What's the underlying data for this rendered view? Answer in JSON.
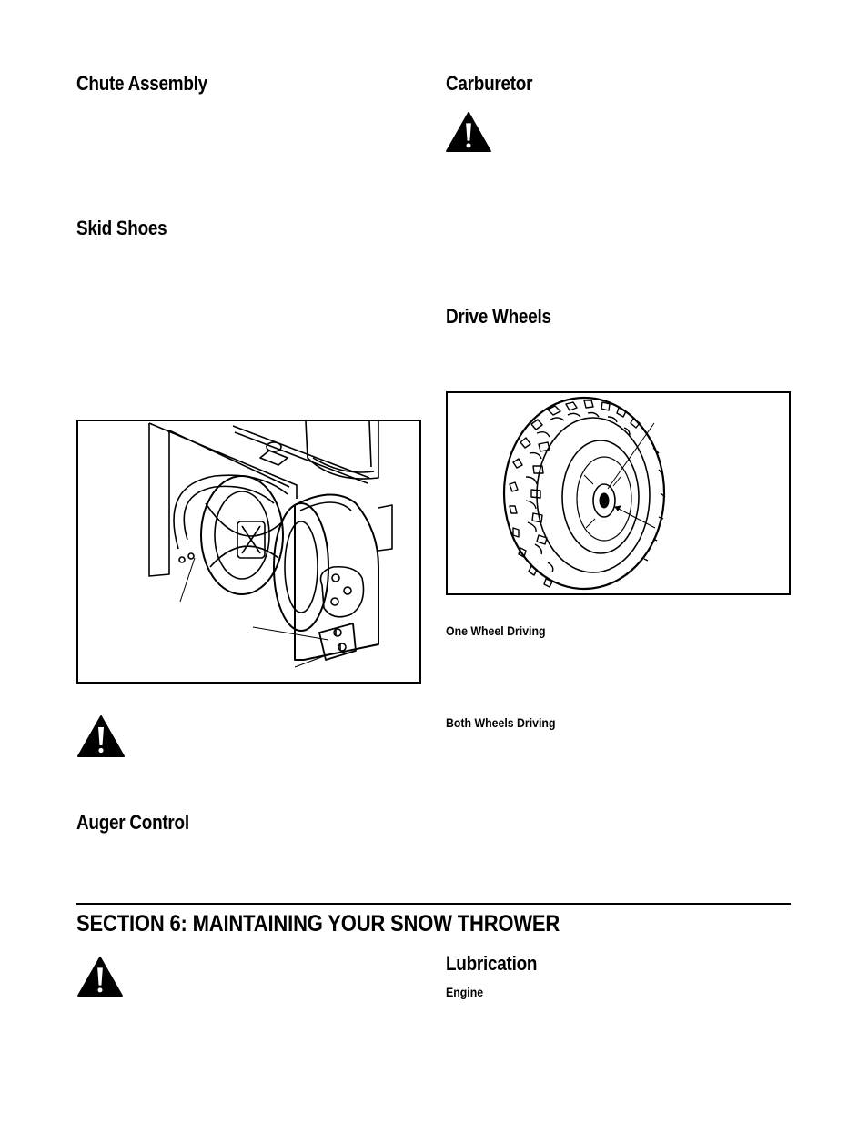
{
  "left_column": {
    "chute_assembly": "Chute Assembly",
    "skid_shoes": "Skid Shoes",
    "auger_control": "Auger Control"
  },
  "right_column": {
    "carburetor": "Carburetor",
    "drive_wheels": "Drive Wheels",
    "one_wheel_driving": "One Wheel Driving",
    "both_wheels_driving": "Both Wheels Driving"
  },
  "section": {
    "title": "SECTION 6:  MAINTAINING YOUR SNOW THROWER",
    "lubrication": "Lubrication",
    "engine": "Engine"
  },
  "icons": {
    "warning": "warning-triangle-icon"
  },
  "figures": {
    "auger_housing": "auger-housing-skid-shoe-illustration",
    "wheel": "wheel-tire-illustration"
  }
}
